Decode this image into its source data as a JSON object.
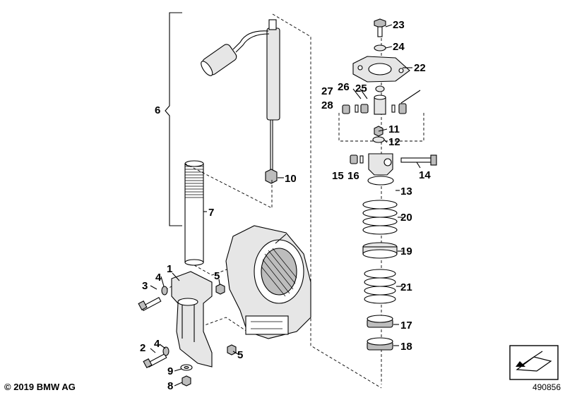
{
  "diagram": {
    "copyright": "© 2019 BMW AG",
    "image_id": "490856",
    "labels": {
      "p1": "1",
      "p2": "2",
      "p3": "3",
      "p4a": "4",
      "p4b": "4",
      "p5a": "5",
      "p5b": "5",
      "p6": "6",
      "p7": "7",
      "p8": "8",
      "p9": "9",
      "p10": "10",
      "p11": "11",
      "p12": "12",
      "p13": "13",
      "p14": "14",
      "p15": "15",
      "p16": "16",
      "p17": "17",
      "p18": "18",
      "p19": "19",
      "p20": "20",
      "p21": "21",
      "p22": "22",
      "p23": "23",
      "p24": "24",
      "p25": "25",
      "p26": "26",
      "p27": "27",
      "p28": "28"
    },
    "icons": {
      "corner": "arrow-symbol-icon"
    }
  }
}
